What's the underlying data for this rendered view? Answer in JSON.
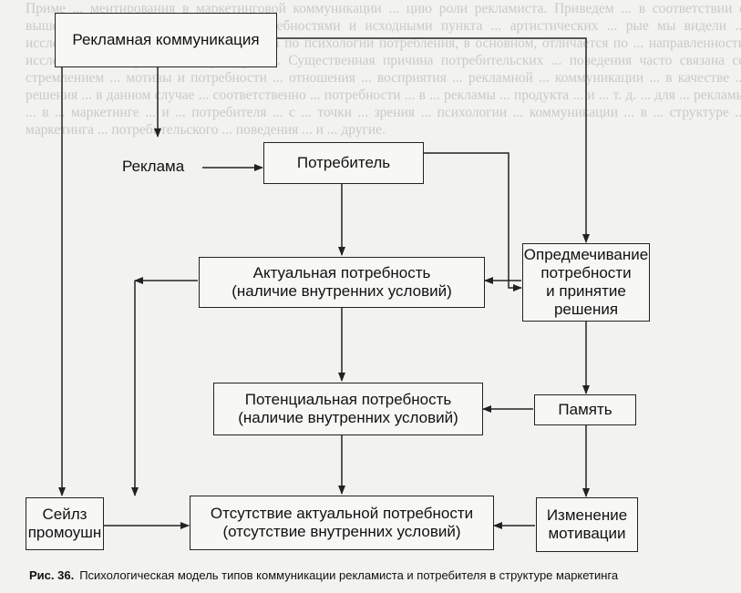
{
  "nodes": {
    "advert_comm": "Рекламная коммуникация",
    "reklama": "Реклама",
    "consumer": "Потребитель",
    "actual_need": "Актуальная потребность\n(наличие внутренних условий)",
    "objectification": "Опредмечивание\nпотребности\nи принятие\nрешения",
    "potential_need": "Потенциальная потребность\n(наличие внутренних условий)",
    "memory": "Память",
    "sales_promo": "Сейлз\nпромоушн",
    "absence_need": "Отсутствие актуальной потребности\n(отсутствие внутренних условий)",
    "motivation_change": "Изменение\nмотивации"
  },
  "caption": {
    "number": "Рис. 36.",
    "text": "Психологическая модель типов коммуникации рекламиста и потребителя в структуре маркетинга"
  },
  "background_text": "Приме ... ментирования в маркетинговой коммуникации ... цию роли рекламиста. Приведем ... в соответствии с вышеизложенным ... с внешними потребностями и исходными пункта ... артистических ... рые мы видели ... исследования. Аналитическая литература по психологии потребления, в основном, отличается по ... направленности исследований ... различных факторов ... Существенная причина потребительских ... поведения часто связана со стремлением ... мотивы и потребности ... отношения ... восприятия ... рекламной ... коммуникации ... в качестве ... решения ... в данном случае ... соответственно ... потребности ... в ... рекламы ... продукта ... и ... т. д. ... для ... рекламы ... в ... маркетинге ... и ... потребителя ... с ... точки ... зрения ... психологии ... коммуникации ... в ... структуре ... маркетинга ... потребительского ... поведения ... и ... другие."
}
